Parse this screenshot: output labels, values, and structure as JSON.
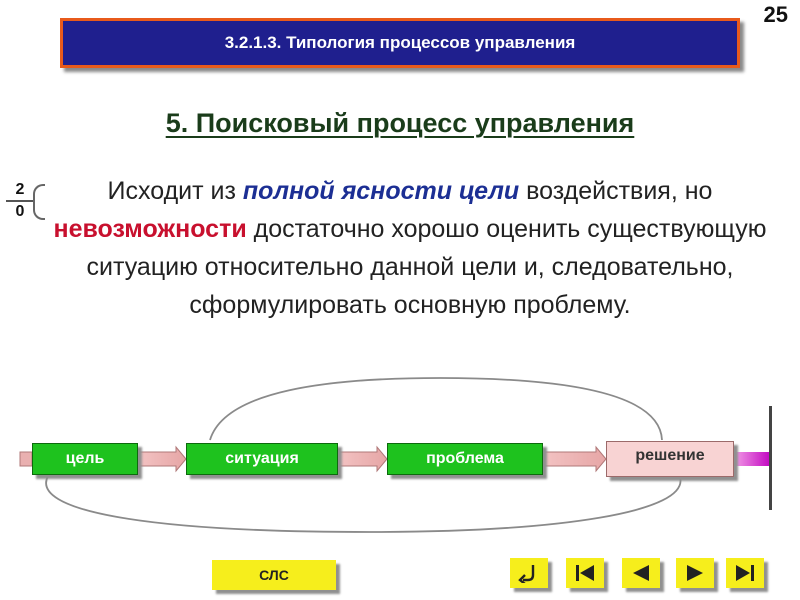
{
  "page_number": "25",
  "header": {
    "title": "3.2.1.3. Типология процессов управления"
  },
  "subtitle": "5. Поисковый процесс управления",
  "slide_counter": {
    "numerator": "2",
    "denominator": "0"
  },
  "body": {
    "part1": "Исходит из ",
    "highlight1": "полной ясности цели",
    "part2": " воздействия, но ",
    "highlight2": "невозможности",
    "part3": " достаточно хорошо оценить существующую ситуацию относительно данной цели и, следовательно, сформулировать основную проблему."
  },
  "diagram": {
    "nodes": {
      "goal": "цель",
      "situation": "ситуация",
      "problem": "проблема",
      "solution": "решение"
    }
  },
  "buttons": {
    "sls": "СЛС"
  },
  "nav_icons": [
    "return-icon",
    "first-icon",
    "prev-icon",
    "next-icon",
    "last-icon"
  ],
  "colors": {
    "banner_bg": "#1f1f8e",
    "banner_border": "#e85a1b",
    "node_green": "#1ec21e",
    "node_pink": "#f8d3d3",
    "highlight_blue": "#1c2f94",
    "highlight_red": "#c8102e",
    "button_yellow": "#f6ee1c",
    "arrow_magenta": "#cc00cc"
  }
}
